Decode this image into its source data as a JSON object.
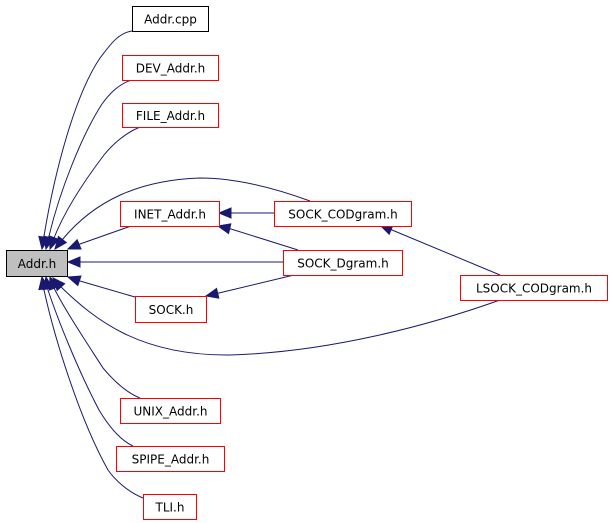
{
  "diagram": {
    "type": "include-dependency-graph",
    "colors": {
      "edge": "#191970",
      "root_fill": "#bfbfbf",
      "root_border": "#000000",
      "documented_border": "#ff0000",
      "undocumented_border": "#000000"
    },
    "nodes": [
      {
        "id": "addr_h",
        "label": "Addr.h",
        "kind": "root"
      },
      {
        "id": "addr_cpp",
        "label": "Addr.cpp",
        "kind": "src"
      },
      {
        "id": "dev_addr_h",
        "label": "DEV_Addr.h",
        "kind": "header"
      },
      {
        "id": "file_addr_h",
        "label": "FILE_Addr.h",
        "kind": "header"
      },
      {
        "id": "inet_addr_h",
        "label": "INET_Addr.h",
        "kind": "header"
      },
      {
        "id": "sock_codgram_h",
        "label": "SOCK_CODgram.h",
        "kind": "header"
      },
      {
        "id": "sock_dgram_h",
        "label": "SOCK_Dgram.h",
        "kind": "header"
      },
      {
        "id": "lsock_codgram_h",
        "label": "LSOCK_CODgram.h",
        "kind": "header"
      },
      {
        "id": "sock_h",
        "label": "SOCK.h",
        "kind": "header"
      },
      {
        "id": "unix_addr_h",
        "label": "UNIX_Addr.h",
        "kind": "header"
      },
      {
        "id": "spipe_addr_h",
        "label": "SPIPE_Addr.h",
        "kind": "header"
      },
      {
        "id": "tli_h",
        "label": "TLI.h",
        "kind": "header"
      }
    ],
    "edges": [
      {
        "from": "addr_cpp",
        "to": "addr_h"
      },
      {
        "from": "dev_addr_h",
        "to": "addr_h"
      },
      {
        "from": "file_addr_h",
        "to": "addr_h"
      },
      {
        "from": "sock_codgram_h",
        "to": "addr_h"
      },
      {
        "from": "inet_addr_h",
        "to": "addr_h"
      },
      {
        "from": "sock_dgram_h",
        "to": "addr_h"
      },
      {
        "from": "sock_h",
        "to": "addr_h"
      },
      {
        "from": "lsock_codgram_h",
        "to": "addr_h"
      },
      {
        "from": "unix_addr_h",
        "to": "addr_h"
      },
      {
        "from": "spipe_addr_h",
        "to": "addr_h"
      },
      {
        "from": "tli_h",
        "to": "addr_h"
      },
      {
        "from": "sock_codgram_h",
        "to": "inet_addr_h"
      },
      {
        "from": "sock_dgram_h",
        "to": "inet_addr_h"
      },
      {
        "from": "sock_dgram_h",
        "to": "sock_h"
      },
      {
        "from": "lsock_codgram_h",
        "to": "sock_codgram_h"
      }
    ]
  }
}
